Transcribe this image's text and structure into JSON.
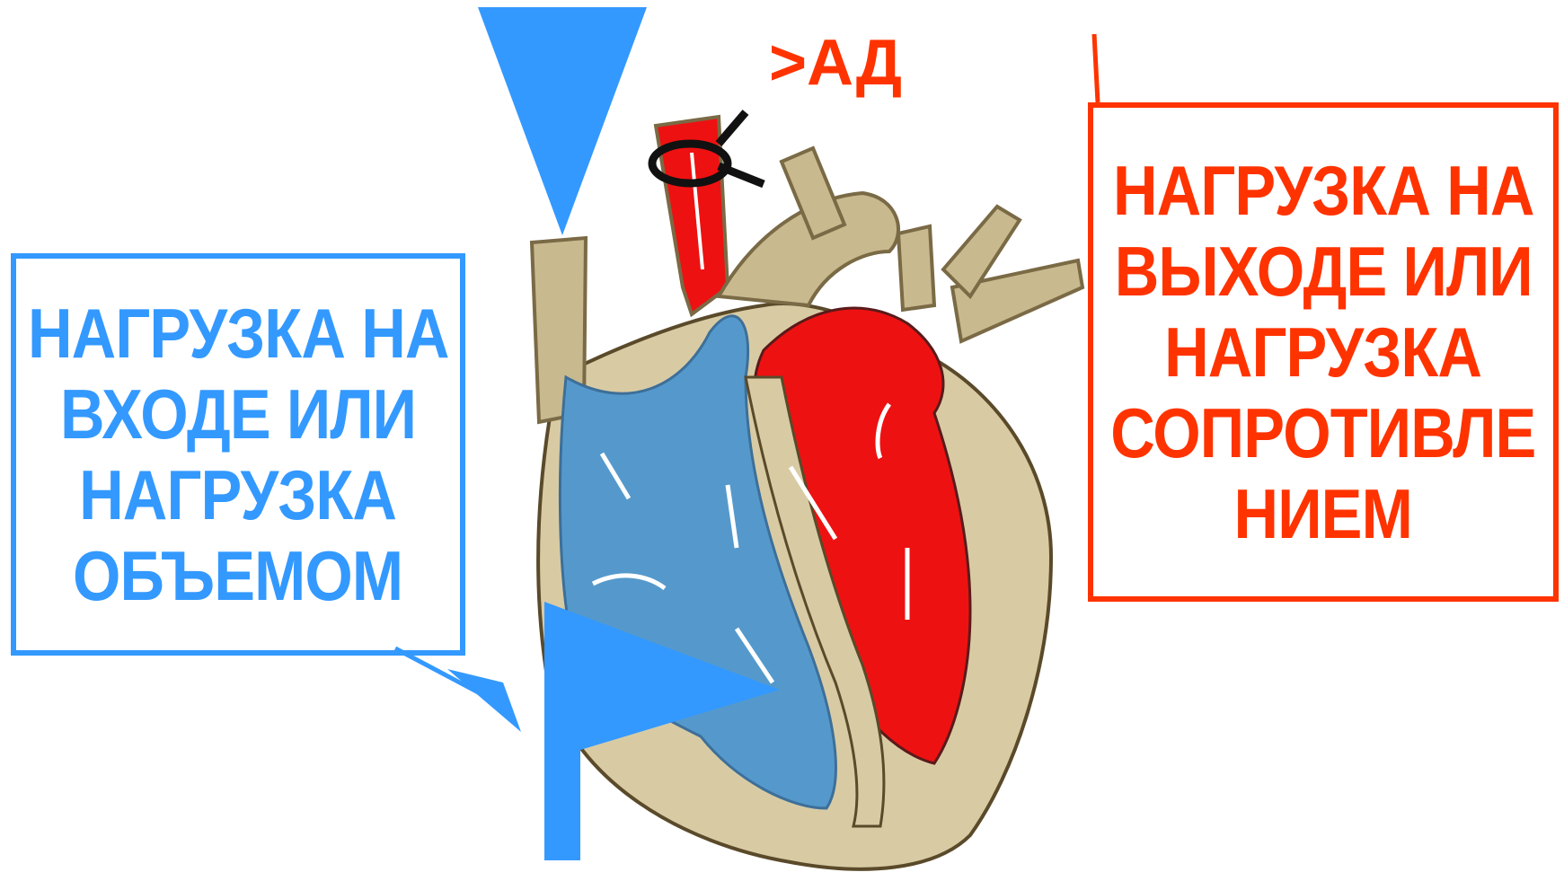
{
  "pressure_label": ">АД",
  "left_box": {
    "lines": [
      "НАГРУЗКА НА",
      "ВХОДЕ ИЛИ",
      "НАГРУЗКА",
      "ОБЪЕМОМ"
    ],
    "color": "#3399ff"
  },
  "right_box": {
    "lines": [
      "НАГРУЗКА НА",
      "ВЫХОДЕ ИЛИ",
      "НАГРУЗКА",
      "СОПРОТИВЛЕ",
      "НИЕМ"
    ],
    "color": "#ff3300"
  },
  "heart": {
    "venous_color": "#5599cc",
    "arterial_color": "#ee1111",
    "wall_color": "#d8cba4",
    "vessel_outline_color": "#8a7a55"
  }
}
